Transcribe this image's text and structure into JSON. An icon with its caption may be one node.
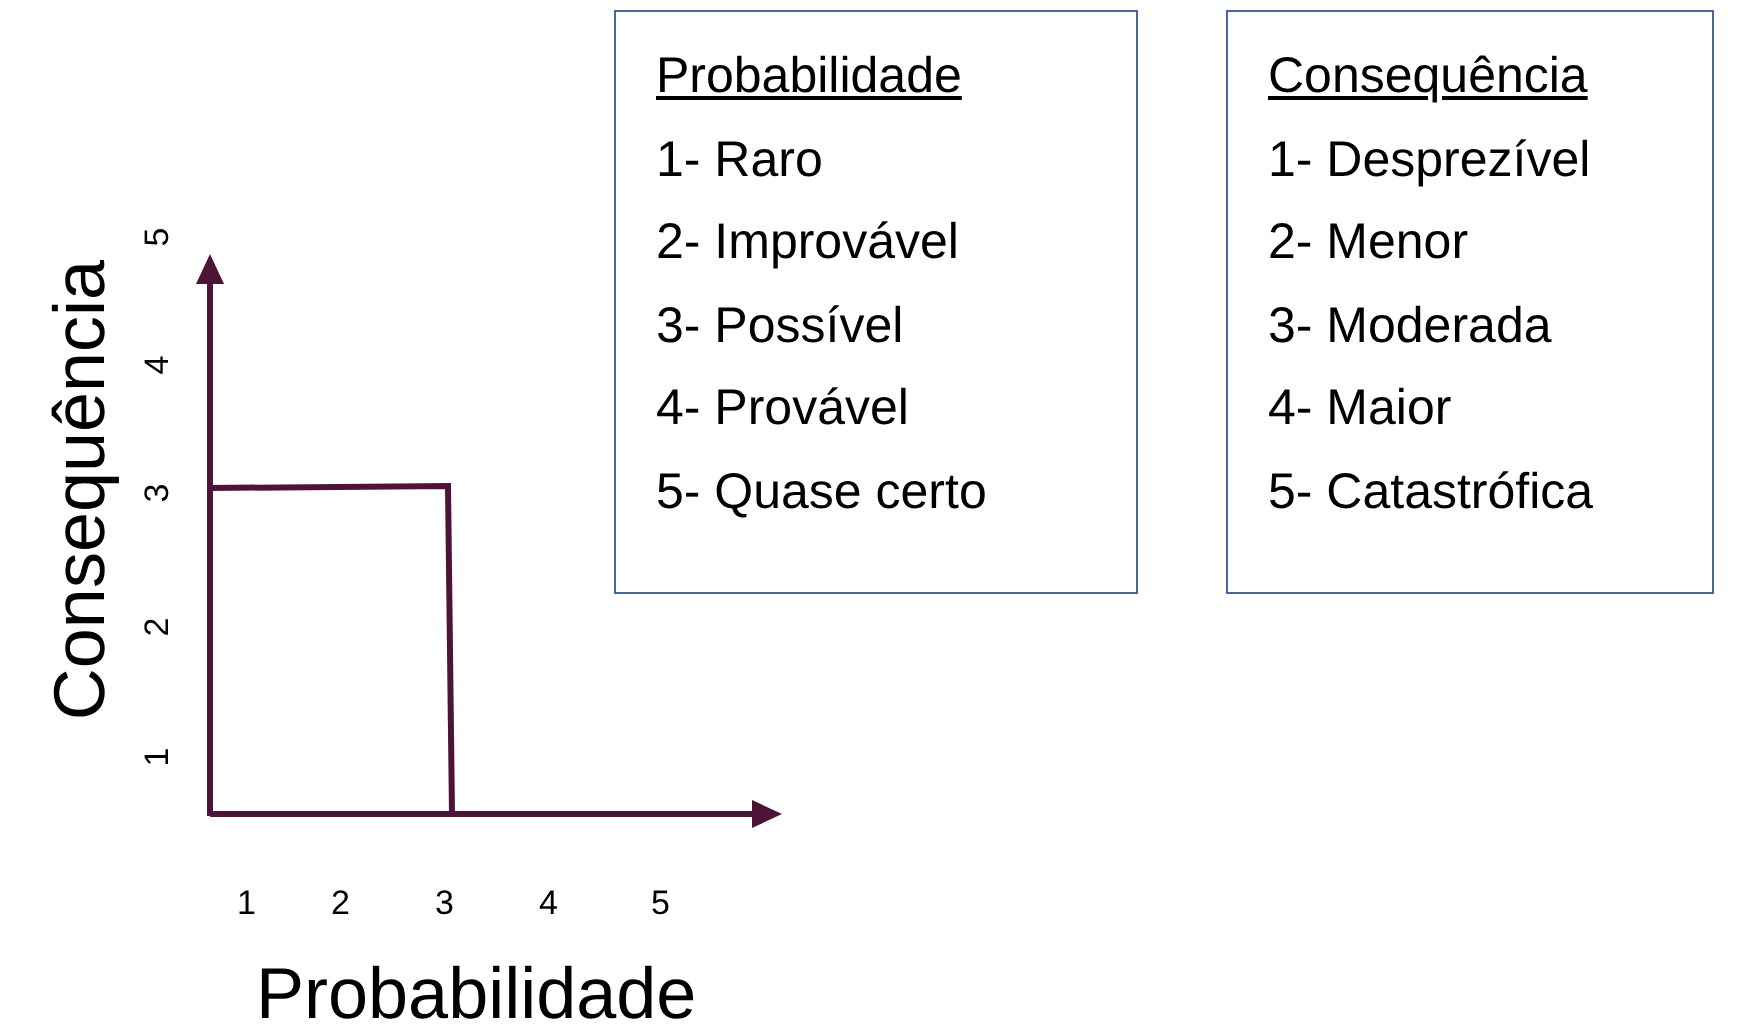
{
  "diagram": {
    "nodes": [
      {
        "text": [
          "Probabilidade",
          "1- Raro",
          "2- Improvável",
          "3- Possível",
          "4- Provável",
          "5- Quase certo"
        ]
      },
      {
        "text": [
          "Consequência",
          "1- Desprezível",
          "2- Menor",
          "3- Moderada",
          "4- Maior",
          "5- Catastrófica"
        ]
      }
    ],
    "edges": [],
    "labels": [
      "Consequência",
      "5",
      "4",
      "3",
      "2",
      "1",
      "1",
      "2",
      "3",
      "4",
      "5",
      "Probabilidade"
    ]
  }
}
